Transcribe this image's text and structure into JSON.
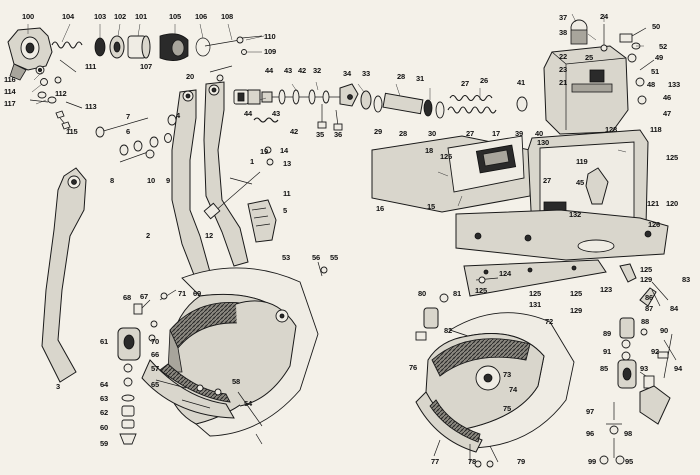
{
  "callouts": [
    {
      "id": "c100",
      "text": "100"
    },
    {
      "id": "c104",
      "text": "104"
    },
    {
      "id": "c103",
      "text": "103"
    },
    {
      "id": "c102",
      "text": "102"
    },
    {
      "id": "c101",
      "text": "101"
    },
    {
      "id": "c105",
      "text": "105"
    },
    {
      "id": "c106",
      "text": "106"
    },
    {
      "id": "c108",
      "text": "108"
    },
    {
      "id": "c110",
      "text": "110"
    },
    {
      "id": "c109",
      "text": "109"
    },
    {
      "id": "c107",
      "text": "107"
    },
    {
      "id": "c111",
      "text": "111"
    },
    {
      "id": "c116",
      "text": "116"
    },
    {
      "id": "c114",
      "text": "114"
    },
    {
      "id": "c117",
      "text": "117"
    },
    {
      "id": "c112",
      "text": "112"
    },
    {
      "id": "c113",
      "text": "113"
    },
    {
      "id": "c115",
      "text": "115"
    },
    {
      "id": "c37",
      "text": "37"
    },
    {
      "id": "c24",
      "text": "24"
    },
    {
      "id": "c50",
      "text": "50"
    },
    {
      "id": "c38",
      "text": "38"
    },
    {
      "id": "c52",
      "text": "52"
    },
    {
      "id": "c22",
      "text": "22"
    },
    {
      "id": "c25",
      "text": "25"
    },
    {
      "id": "c49",
      "text": "49"
    },
    {
      "id": "c23",
      "text": "23"
    },
    {
      "id": "c51",
      "text": "51"
    },
    {
      "id": "c21",
      "text": "21"
    },
    {
      "id": "c48",
      "text": "48"
    },
    {
      "id": "c133",
      "text": "133"
    },
    {
      "id": "c46",
      "text": "46"
    },
    {
      "id": "c47",
      "text": "47"
    },
    {
      "id": "c20",
      "text": "20"
    },
    {
      "id": "c44a",
      "text": "44"
    },
    {
      "id": "c43a",
      "text": "43"
    },
    {
      "id": "c42a",
      "text": "42"
    },
    {
      "id": "c32",
      "text": "32"
    },
    {
      "id": "c34",
      "text": "34"
    },
    {
      "id": "c33",
      "text": "33"
    },
    {
      "id": "c28a",
      "text": "28"
    },
    {
      "id": "c31",
      "text": "31"
    },
    {
      "id": "c26",
      "text": "26"
    },
    {
      "id": "c27a",
      "text": "27"
    },
    {
      "id": "c41",
      "text": "41"
    },
    {
      "id": "c44b",
      "text": "44"
    },
    {
      "id": "c43b",
      "text": "43"
    },
    {
      "id": "c42b",
      "text": "42"
    },
    {
      "id": "c35",
      "text": "35"
    },
    {
      "id": "c36",
      "text": "36"
    },
    {
      "id": "c29",
      "text": "29"
    },
    {
      "id": "c28b",
      "text": "28"
    },
    {
      "id": "c30",
      "text": "30"
    },
    {
      "id": "c39",
      "text": "39"
    },
    {
      "id": "c40",
      "text": "40"
    },
    {
      "id": "c7",
      "text": "7"
    },
    {
      "id": "c6",
      "text": "6"
    },
    {
      "id": "c4",
      "text": "4"
    },
    {
      "id": "c8",
      "text": "8"
    },
    {
      "id": "c10",
      "text": "10"
    },
    {
      "id": "c9",
      "text": "9"
    },
    {
      "id": "c19",
      "text": "19"
    },
    {
      "id": "c14",
      "text": "14"
    },
    {
      "id": "c13",
      "text": "13"
    },
    {
      "id": "c1",
      "text": "1"
    },
    {
      "id": "c11",
      "text": "11"
    },
    {
      "id": "c5",
      "text": "5"
    },
    {
      "id": "c2",
      "text": "2"
    },
    {
      "id": "c12",
      "text": "12"
    },
    {
      "id": "c18",
      "text": "18"
    },
    {
      "id": "c27b",
      "text": "27"
    },
    {
      "id": "c17",
      "text": "17"
    },
    {
      "id": "c130",
      "text": "130"
    },
    {
      "id": "c125a",
      "text": "125"
    },
    {
      "id": "c128",
      "text": "128"
    },
    {
      "id": "c118",
      "text": "118"
    },
    {
      "id": "c119",
      "text": "119"
    },
    {
      "id": "c45",
      "text": "45"
    },
    {
      "id": "c125b",
      "text": "125"
    },
    {
      "id": "c121",
      "text": "121"
    },
    {
      "id": "c120",
      "text": "120"
    },
    {
      "id": "c16",
      "text": "16"
    },
    {
      "id": "c15",
      "text": "15"
    },
    {
      "id": "c27c",
      "text": "27"
    },
    {
      "id": "c132",
      "text": "132"
    },
    {
      "id": "c126",
      "text": "126"
    },
    {
      "id": "c3",
      "text": "3"
    },
    {
      "id": "c53",
      "text": "53"
    },
    {
      "id": "c56",
      "text": "56"
    },
    {
      "id": "c55",
      "text": "55"
    },
    {
      "id": "c68",
      "text": "68"
    },
    {
      "id": "c67",
      "text": "67"
    },
    {
      "id": "c71",
      "text": "71"
    },
    {
      "id": "c69",
      "text": "69"
    },
    {
      "id": "c61",
      "text": "61"
    },
    {
      "id": "c70",
      "text": "70"
    },
    {
      "id": "c66",
      "text": "66"
    },
    {
      "id": "c57",
      "text": "57"
    },
    {
      "id": "c64",
      "text": "64"
    },
    {
      "id": "c65",
      "text": "65"
    },
    {
      "id": "c63",
      "text": "63"
    },
    {
      "id": "c62",
      "text": "62"
    },
    {
      "id": "c60",
      "text": "60"
    },
    {
      "id": "c59",
      "text": "59"
    },
    {
      "id": "c58",
      "text": "58"
    },
    {
      "id": "c54",
      "text": "54"
    },
    {
      "id": "c124",
      "text": "124"
    },
    {
      "id": "c125c",
      "text": "125"
    },
    {
      "id": "c129a",
      "text": "129"
    },
    {
      "id": "c83",
      "text": "83"
    },
    {
      "id": "c125d",
      "text": "125"
    },
    {
      "id": "c123",
      "text": "123"
    },
    {
      "id": "c86",
      "text": "86"
    },
    {
      "id": "c125e",
      "text": "125"
    },
    {
      "id": "c125f",
      "text": "125"
    },
    {
      "id": "c131",
      "text": "131"
    },
    {
      "id": "c80",
      "text": "80"
    },
    {
      "id": "c81",
      "text": "81"
    },
    {
      "id": "c129b",
      "text": "129"
    },
    {
      "id": "c84",
      "text": "84"
    },
    {
      "id": "c87",
      "text": "87"
    },
    {
      "id": "c88",
      "text": "88"
    },
    {
      "id": "c82",
      "text": "82"
    },
    {
      "id": "c72",
      "text": "72"
    },
    {
      "id": "c89",
      "text": "89"
    },
    {
      "id": "c90",
      "text": "90"
    },
    {
      "id": "c91",
      "text": "91"
    },
    {
      "id": "c92",
      "text": "92"
    },
    {
      "id": "c76",
      "text": "76"
    },
    {
      "id": "c73",
      "text": "73"
    },
    {
      "id": "c85",
      "text": "85"
    },
    {
      "id": "c93",
      "text": "93"
    },
    {
      "id": "c94",
      "text": "94"
    },
    {
      "id": "c74",
      "text": "74"
    },
    {
      "id": "c75",
      "text": "75"
    },
    {
      "id": "c97",
      "text": "97"
    },
    {
      "id": "c96",
      "text": "96"
    },
    {
      "id": "c98",
      "text": "98"
    },
    {
      "id": "c77",
      "text": "77"
    },
    {
      "id": "c78",
      "text": "78"
    },
    {
      "id": "c79",
      "text": "79"
    },
    {
      "id": "c99",
      "text": "99"
    },
    {
      "id": "c95",
      "text": "95"
    }
  ]
}
